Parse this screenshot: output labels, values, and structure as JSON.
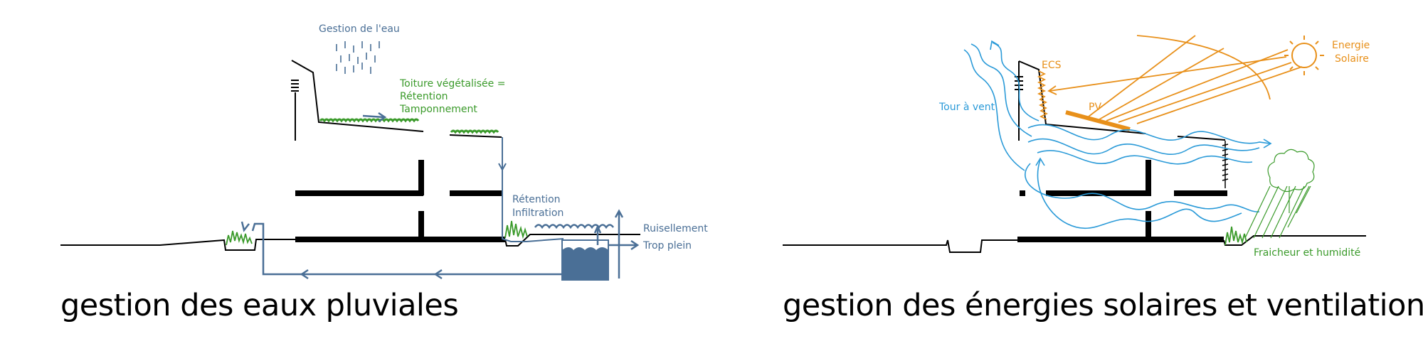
{
  "left_panel": {
    "caption": "gestion des eaux pluviales",
    "labels": {
      "water_management": "Gestion de l'eau",
      "green_roof_1": "Toiture végétalisée =",
      "green_roof_2": "Rétention",
      "green_roof_3": "Tamponnement",
      "retention_1": "Rétention",
      "retention_2": "Infiltration",
      "runoff": "Ruisellement",
      "overflow": "Trop plein"
    }
  },
  "right_panel": {
    "caption": "gestion des énergies solaires et ventilation",
    "labels": {
      "energy_1": "Energie",
      "energy_2": "Solaire",
      "ecs": "ECS",
      "pv": "PV",
      "wind_tower": "Tour à vent",
      "freshness": "Fraicheur et humidité"
    }
  },
  "colors": {
    "water_blue": "#4a6f96",
    "vegetation_green": "#3a9a2a",
    "solar_orange": "#e8901a",
    "air_cyan": "#2a9ad8",
    "structure_black": "#000000"
  },
  "icons": [
    "rain-icon",
    "sun-icon",
    "tree-icon",
    "water-tank-icon",
    "air-flow-icon"
  ]
}
